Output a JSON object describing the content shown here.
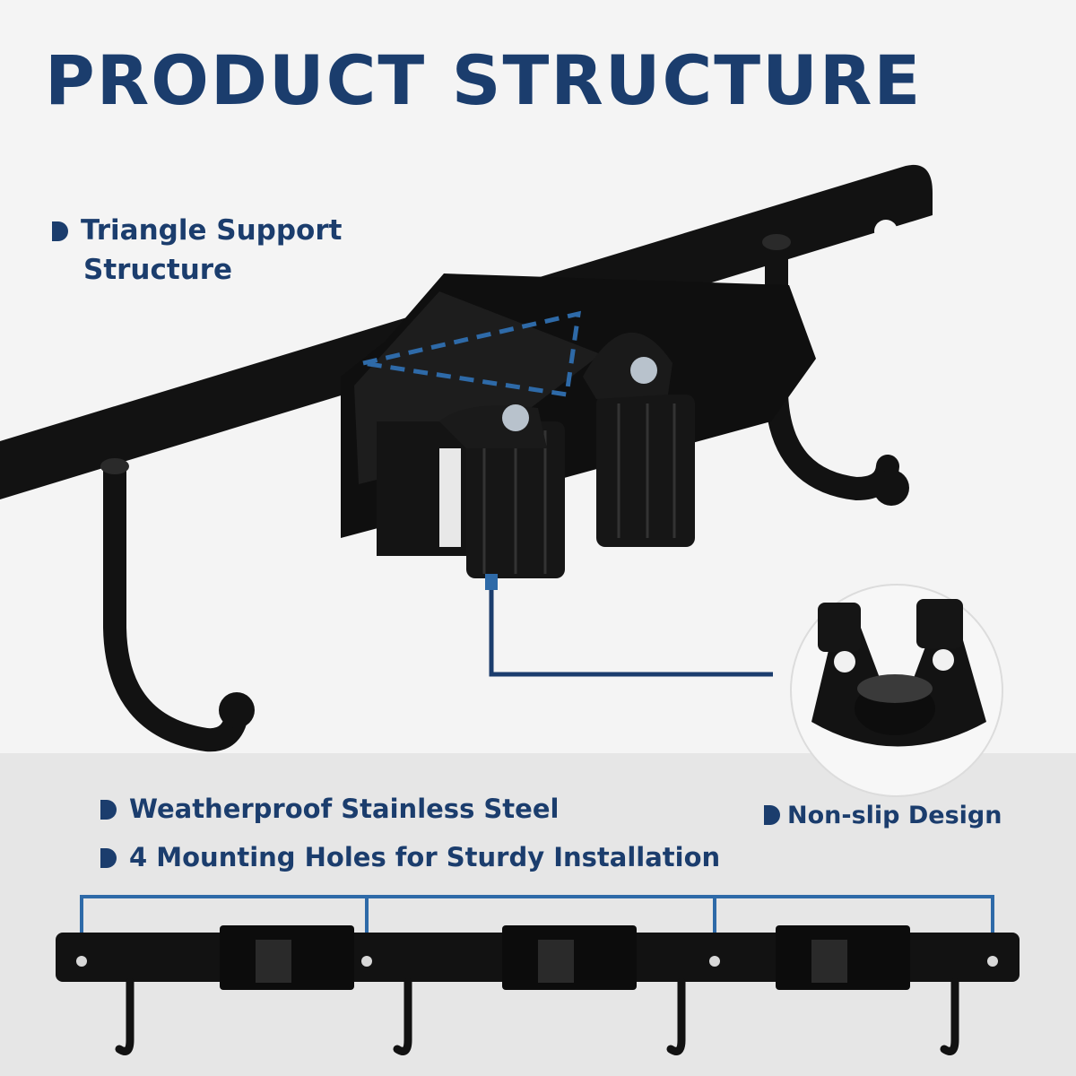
{
  "title": "PRODUCT STRUCTURE",
  "features": {
    "triangle_line1": "Triangle Support",
    "triangle_line2": "Structure",
    "weatherproof": "Weatherproof Stainless Steel",
    "mounting": "4 Mounting Holes for Sturdy Installation",
    "nonslip": "Non-slip Design"
  },
  "colors": {
    "brand": "#1b3d6d",
    "accent_dash": "#2e6aa8",
    "product": "#111111"
  },
  "icons": [
    "bullet-marker"
  ]
}
